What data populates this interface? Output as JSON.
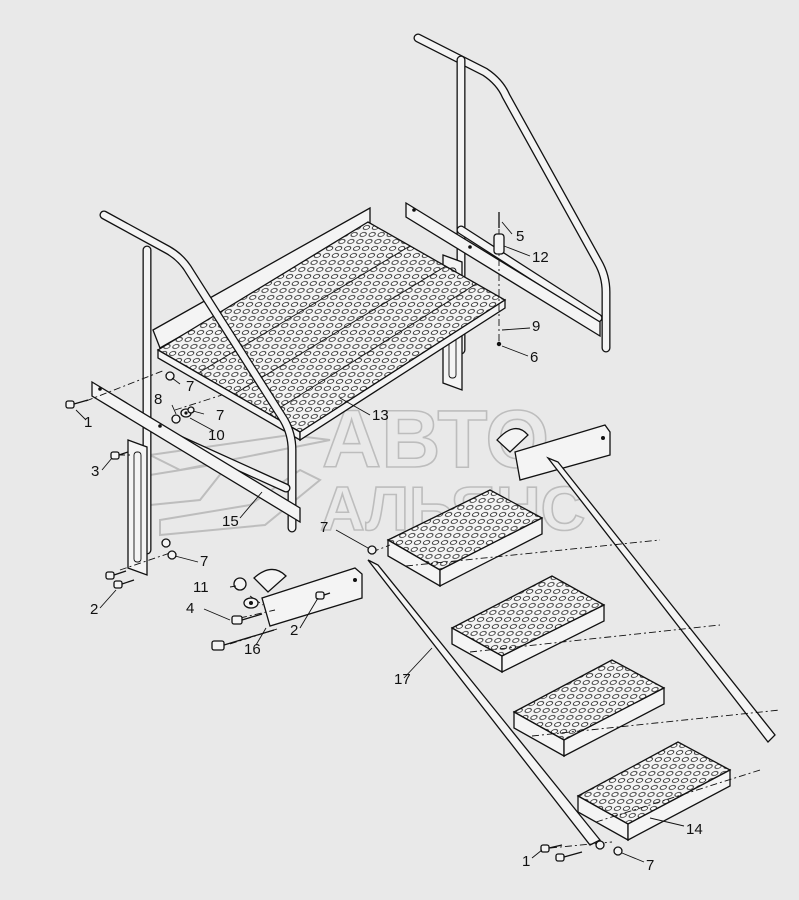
{
  "watermark": {
    "line1": "АВТО",
    "line2": "АЛЬЯНС",
    "icon": "avtoalyans-logo-icon"
  },
  "callouts": [
    {
      "id": "c1a",
      "text": "1"
    },
    {
      "id": "c1b",
      "text": "1"
    },
    {
      "id": "c2a",
      "text": "2"
    },
    {
      "id": "c2b",
      "text": "2"
    },
    {
      "id": "c3",
      "text": "3"
    },
    {
      "id": "c4",
      "text": "4"
    },
    {
      "id": "c5",
      "text": "5"
    },
    {
      "id": "c6",
      "text": "6"
    },
    {
      "id": "c7a",
      "text": "7"
    },
    {
      "id": "c7b",
      "text": "7"
    },
    {
      "id": "c7c",
      "text": "7"
    },
    {
      "id": "c7d",
      "text": "7"
    },
    {
      "id": "c7e",
      "text": "7"
    },
    {
      "id": "c8",
      "text": "8"
    },
    {
      "id": "c9",
      "text": "9"
    },
    {
      "id": "c10",
      "text": "10"
    },
    {
      "id": "c11",
      "text": "11"
    },
    {
      "id": "c12",
      "text": "12"
    },
    {
      "id": "c13",
      "text": "13"
    },
    {
      "id": "c14",
      "text": "14"
    },
    {
      "id": "c15",
      "text": "15"
    },
    {
      "id": "c16",
      "text": "16"
    },
    {
      "id": "c17",
      "text": "17"
    }
  ]
}
